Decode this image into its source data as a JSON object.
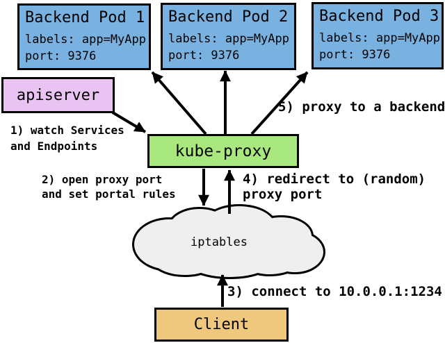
{
  "colors": {
    "pod_fill": "#79B2E1",
    "apiserver_fill": "#E9C3F1",
    "kube_proxy_fill": "#A9E87E",
    "client_fill": "#EFC87D",
    "cloud_fill": "#EFEFEF",
    "outline": "#000000",
    "background": "#FFFFFF"
  },
  "pods": [
    {
      "title": "Backend Pod 1",
      "labels": "labels: app=MyApp",
      "port": "port: 9376"
    },
    {
      "title": "Backend Pod 2",
      "labels": "labels: app=MyApp",
      "port": "port: 9376"
    },
    {
      "title": "Backend Pod 3",
      "labels": "labels: app=MyApp",
      "port": "port: 9376"
    }
  ],
  "nodes": {
    "apiserver": "apiserver",
    "kube_proxy": "kube-proxy",
    "iptables": "iptables",
    "client": "Client"
  },
  "annotations": {
    "step1": {
      "line1": "1) watch Services",
      "line2": "and Endpoints"
    },
    "step2": {
      "line1": "2) open proxy port",
      "line2": "and set portal rules"
    },
    "step3": {
      "line1": "3) connect to 10.0.0.1:1234"
    },
    "step4": {
      "line1": "4) redirect to (random)",
      "line2": "proxy port"
    },
    "step5": {
      "line1": "5) proxy to a backend"
    }
  }
}
